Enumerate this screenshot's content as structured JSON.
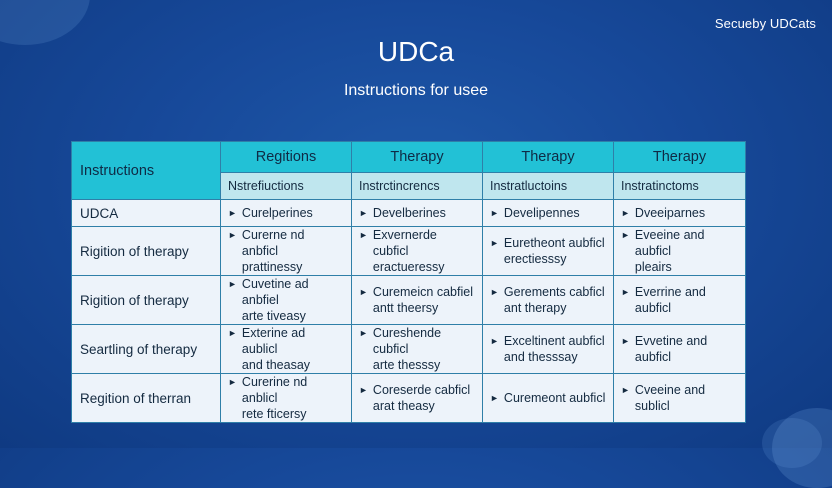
{
  "brand": "Secueby UDCats",
  "title": "UDCa",
  "subtitle": "Instructions for usee",
  "table": {
    "header_row1": [
      "Instructions",
      "Regitions",
      "Therapy",
      "Therapy",
      "Therapy"
    ],
    "header_row2": [
      "Nstrefiuctions",
      "Instrctincrencs",
      "Instratluctoins",
      "Instratinctoms"
    ],
    "rows": [
      {
        "label": "UDCA",
        "cells": [
          "Curelperines",
          "Develberines",
          "Develipennes",
          "Dveeiparnes"
        ]
      },
      {
        "label": "Rigition of therapy",
        "cells": [
          "Curerne nd anbficl\nprattinessy",
          "Exvernerde cubficl\neractueressy",
          "Euretheont aubficl\nerectiesssy",
          "Eveeine and aubficl\npleairs"
        ]
      },
      {
        "label": "Rigition of therapy",
        "cells": [
          "Cuvetine ad anbfiel\narte tiveasy",
          "Curemeicn cabfiel\nantt theersy",
          "Gerements cabficl\nant therapy",
          "Everrine and aubficl"
        ]
      },
      {
        "label": "Seartling of therapy",
        "cells": [
          "Exterine ad aublicl\nand theasay",
          "Cureshende cubficl\narte thesssy",
          "Exceltinent aubficl\nand thesssay",
          "Evvetine and aubficl"
        ]
      },
      {
        "label": "Regition of therran",
        "cells": [
          "Curerine nd anblicl\nrete fticersy",
          "Coreserde cabficl\narat theasy",
          "Curemeont aubficl",
          "Cveeine and sublicl"
        ]
      }
    ]
  },
  "colors": {
    "background": "#17499a",
    "header_accent": "#22c1d6",
    "subheader": "#bfe6ee",
    "cell": "#edf3fa"
  }
}
